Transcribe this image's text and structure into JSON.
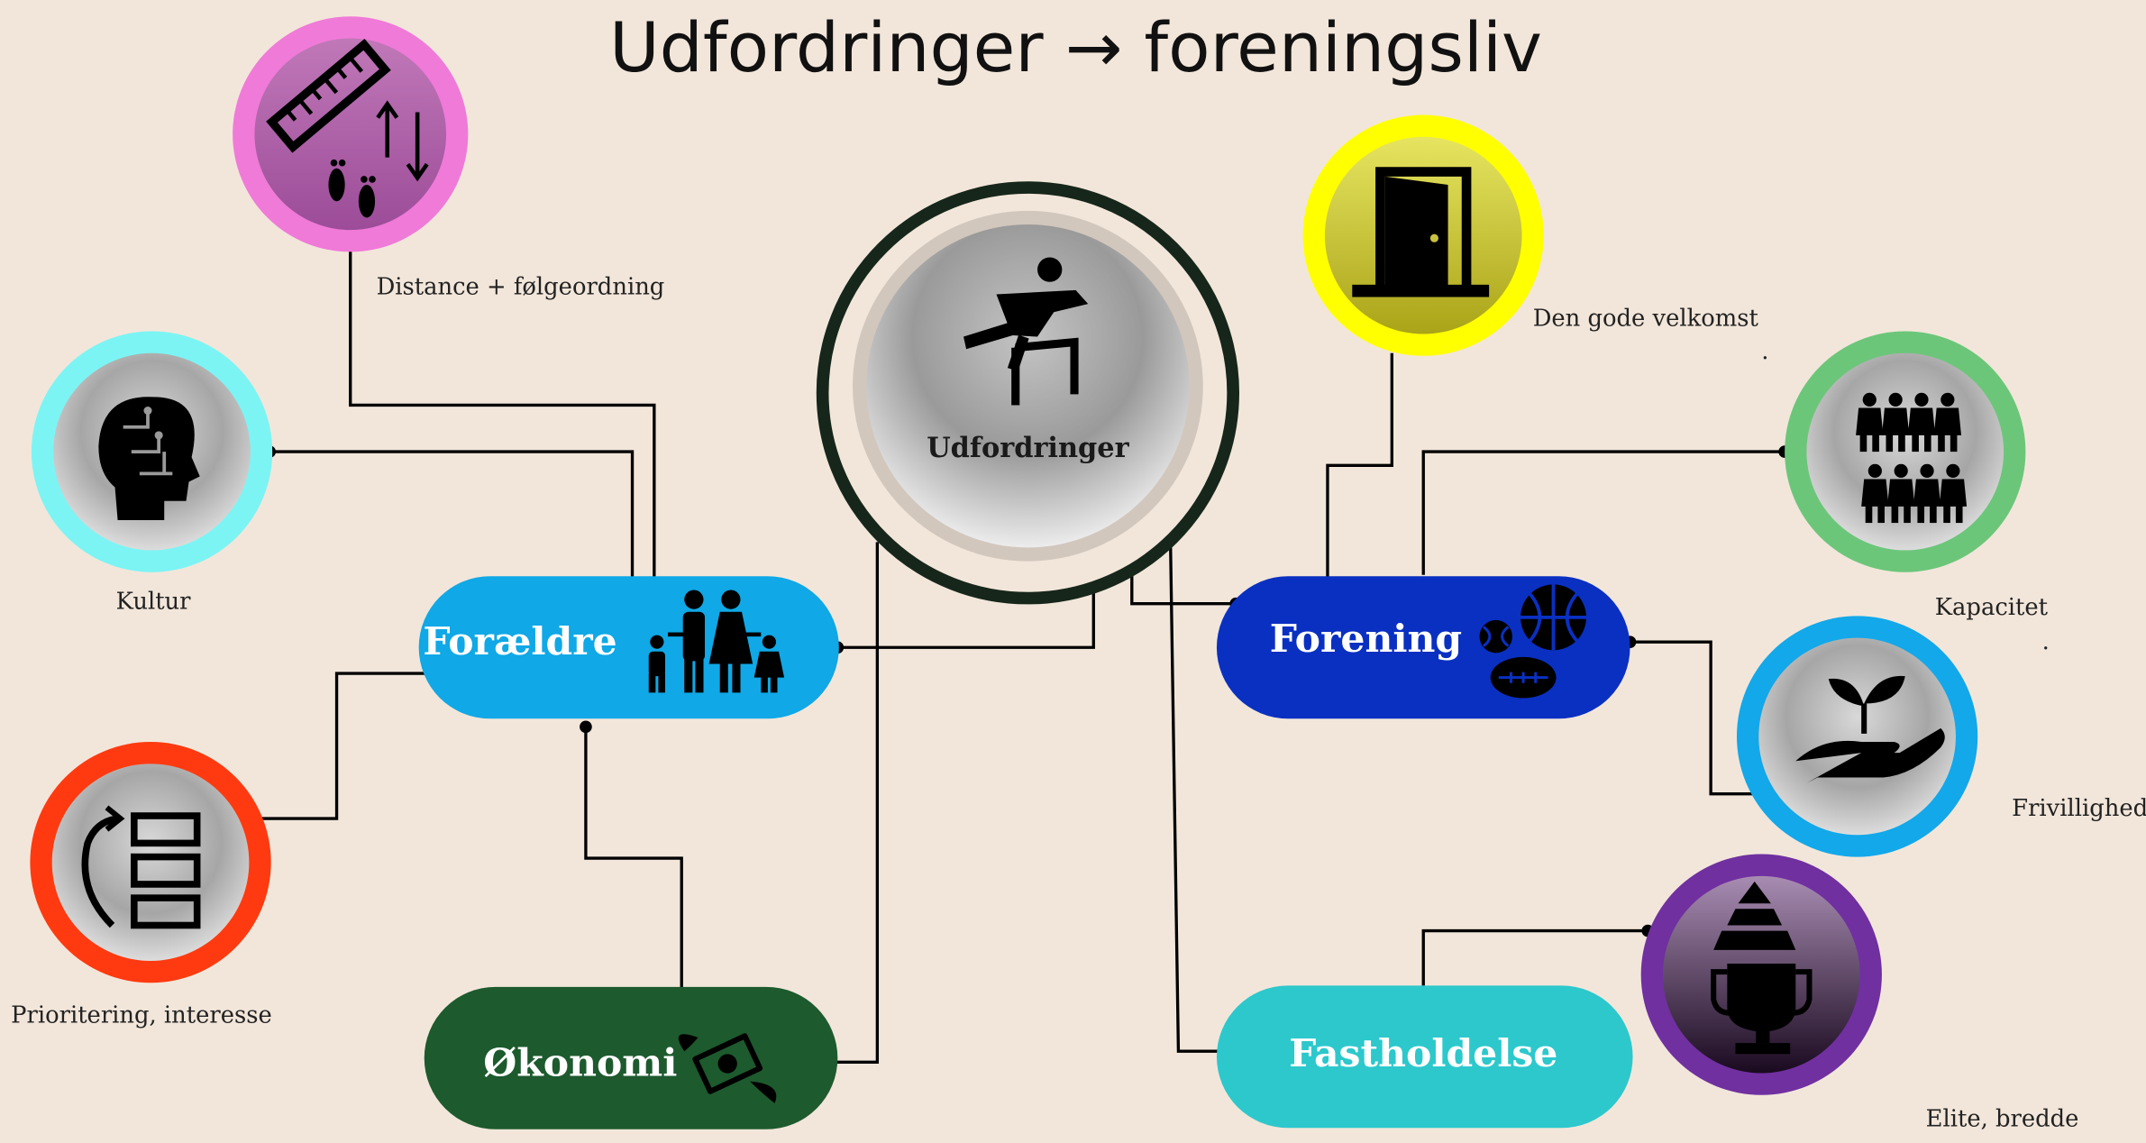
{
  "title": "Udfordringer → foreningsliv",
  "center": {
    "label": "Udfordringer",
    "icon": "hurdle-runner-icon"
  },
  "pills": {
    "foraeldre": {
      "label": "Forældre",
      "icon": "family-icon",
      "color": "#10a8e6"
    },
    "okonomi": {
      "label": "Økonomi",
      "icon": "flying-money-icon",
      "color": "#1d5a2e"
    },
    "forening": {
      "label": "Forening",
      "icon": "sports-balls-icon",
      "color": "#0a30c2"
    },
    "fastholdelse": {
      "label": "Fastholdelse",
      "icon": "",
      "color": "#2cc8cc"
    }
  },
  "nodes": {
    "distance": {
      "caption": "Distance + følgeordning",
      "icon": "ruler-footsteps-icon",
      "ring": "#f07ad8"
    },
    "kultur": {
      "caption": "Kultur",
      "icon": "head-circuit-icon",
      "ring": "#7cf4f4"
    },
    "prioritering": {
      "caption": "Prioritering, interesse",
      "icon": "prioritize-list-icon",
      "ring": "#ff3a10"
    },
    "velkomst": {
      "caption": "Den gode velkomst",
      "extra": ".",
      "icon": "open-door-icon",
      "ring": "#ffff00"
    },
    "kapacitet": {
      "caption": "Kapacitet",
      "extra": ".",
      "icon": "group-of-people-icon",
      "ring": "#6cc67a"
    },
    "frivillighed": {
      "caption": "Frivillighed",
      "icon": "hand-with-plant-icon",
      "ring": "#12a8ea"
    },
    "elite": {
      "caption": "Elite, bredde",
      "icon": "trophy-pyramid-icon",
      "ring": "#7030a0"
    }
  }
}
